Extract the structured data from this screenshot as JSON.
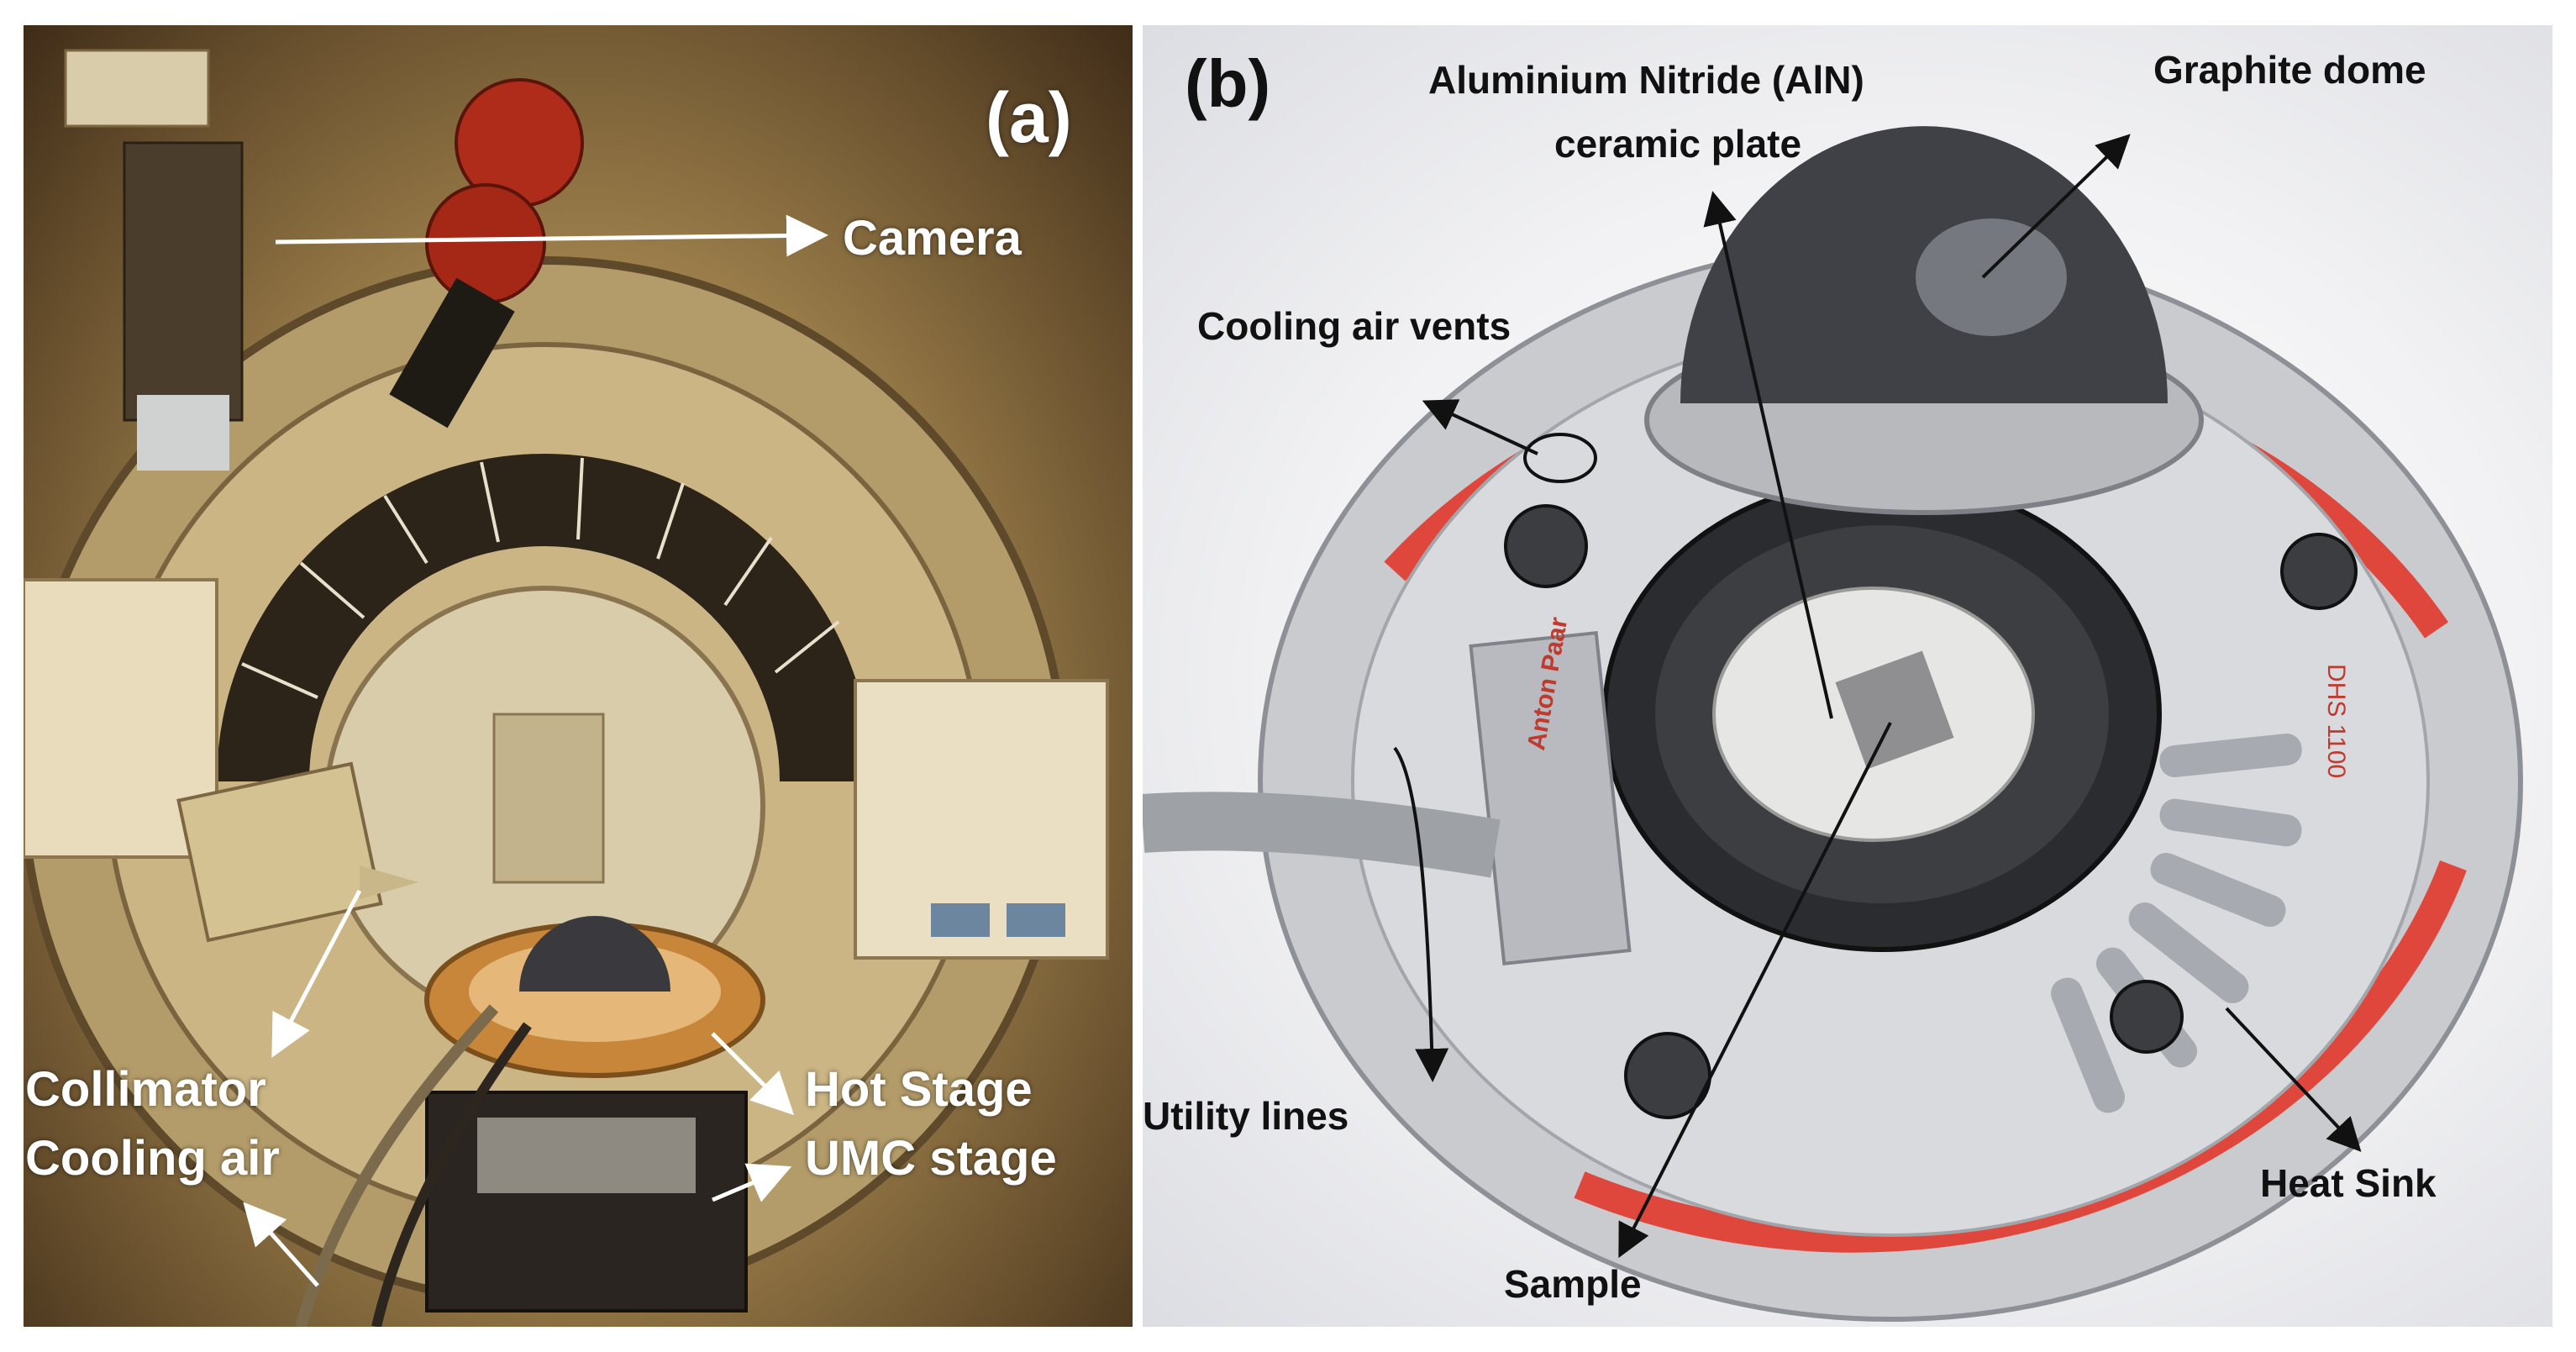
{
  "panel_a": {
    "letter": "(a)",
    "labels": {
      "camera": "Camera",
      "collimator": "Collimator",
      "cooling_air": "Cooling air",
      "hot_stage": "Hot Stage",
      "umc_stage": "UMC stage"
    }
  },
  "panel_b": {
    "letter": "(b)",
    "labels": {
      "aln_line1": "Aluminium Nitride (AlN)",
      "aln_line2": "ceramic plate",
      "graphite_dome": "Graphite dome",
      "cooling_vents": "Cooling air vents",
      "utility_lines": "Utility lines",
      "sample": "Sample",
      "heat_sink": "Heat Sink"
    },
    "device_text": {
      "brand": "Anton Paar",
      "model": "DHS 1100"
    }
  },
  "colors": {
    "panel_a_label": "#ffffff",
    "panel_b_label": "#111111",
    "heat_sink_band": "#e0473c"
  }
}
